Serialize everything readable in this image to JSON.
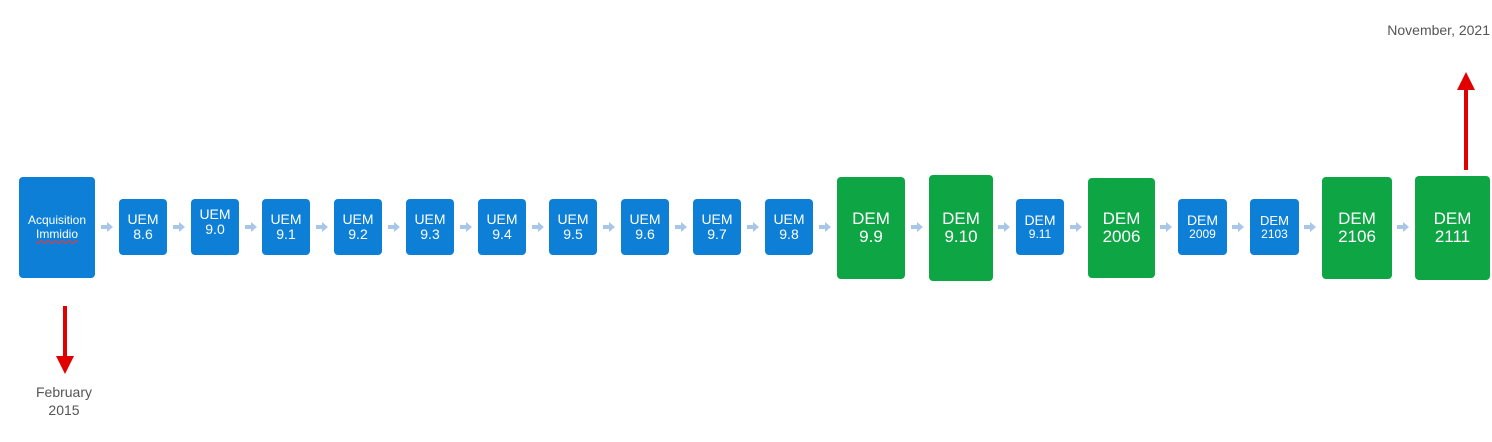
{
  "timeline": {
    "start_label_line1": "February",
    "start_label_line2": "2015",
    "end_label": "November, 2021",
    "first_step_line1": "Acquisition",
    "first_step_line2": "Immidio",
    "steps": [
      {
        "line1": "UEM",
        "line2": "8.6"
      },
      {
        "line1": "UEM",
        "line2": "9.0"
      },
      {
        "line1": "UEM",
        "line2": "9.1"
      },
      {
        "line1": "UEM",
        "line2": "9.2"
      },
      {
        "line1": "UEM",
        "line2": "9.3"
      },
      {
        "line1": "UEM",
        "line2": "9.4"
      },
      {
        "line1": "UEM",
        "line2": "9.5"
      },
      {
        "line1": "UEM",
        "line2": "9.6"
      },
      {
        "line1": "UEM",
        "line2": "9.7"
      },
      {
        "line1": "UEM",
        "line2": "9.8"
      },
      {
        "line1": "DEM",
        "line2": "9.9"
      },
      {
        "line1": "DEM",
        "line2": "9.10"
      },
      {
        "line1": "DEM",
        "line2": "9.11"
      },
      {
        "line1": "DEM",
        "line2": "2006"
      },
      {
        "line1": "DEM",
        "line2": "2009"
      },
      {
        "line1": "DEM",
        "line2": "2103"
      },
      {
        "line1": "DEM",
        "line2": "2106"
      },
      {
        "line1": "DEM",
        "line2": "2111"
      }
    ],
    "colors": {
      "uem_blue": "#0d7fd6",
      "dem_green": "#0ea544",
      "connector": "#a8c6e8",
      "marker_red": "#e00000"
    }
  }
}
